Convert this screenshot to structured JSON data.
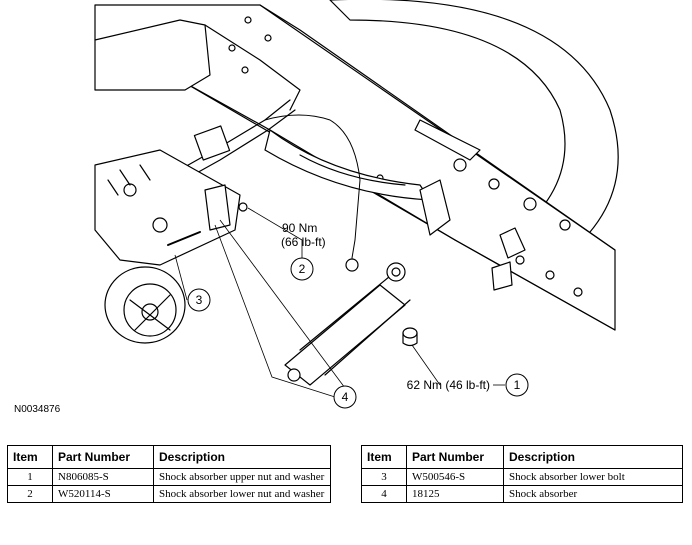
{
  "callouts": [
    {
      "number": "1",
      "torque": "62 Nm (46 lb-ft)"
    },
    {
      "number": "2",
      "torque_nm": "90 Nm",
      "torque_lbft": "(66 lb-ft)"
    },
    {
      "number": "3"
    },
    {
      "number": "4"
    }
  ],
  "figure_id": "N0034876",
  "table_headers": {
    "item": "Item",
    "part_number": "Part Number",
    "description": "Description"
  },
  "table_left": [
    {
      "item": "1",
      "part_number": "N806085-S",
      "description": "Shock absorber upper nut and washer"
    },
    {
      "item": "2",
      "part_number": "W520114-S",
      "description": "Shock absorber lower nut and washer"
    }
  ],
  "table_right": [
    {
      "item": "3",
      "part_number": "W500546-S",
      "description": "Shock absorber lower bolt"
    },
    {
      "item": "4",
      "part_number": "18125",
      "description": "Shock absorber"
    }
  ]
}
